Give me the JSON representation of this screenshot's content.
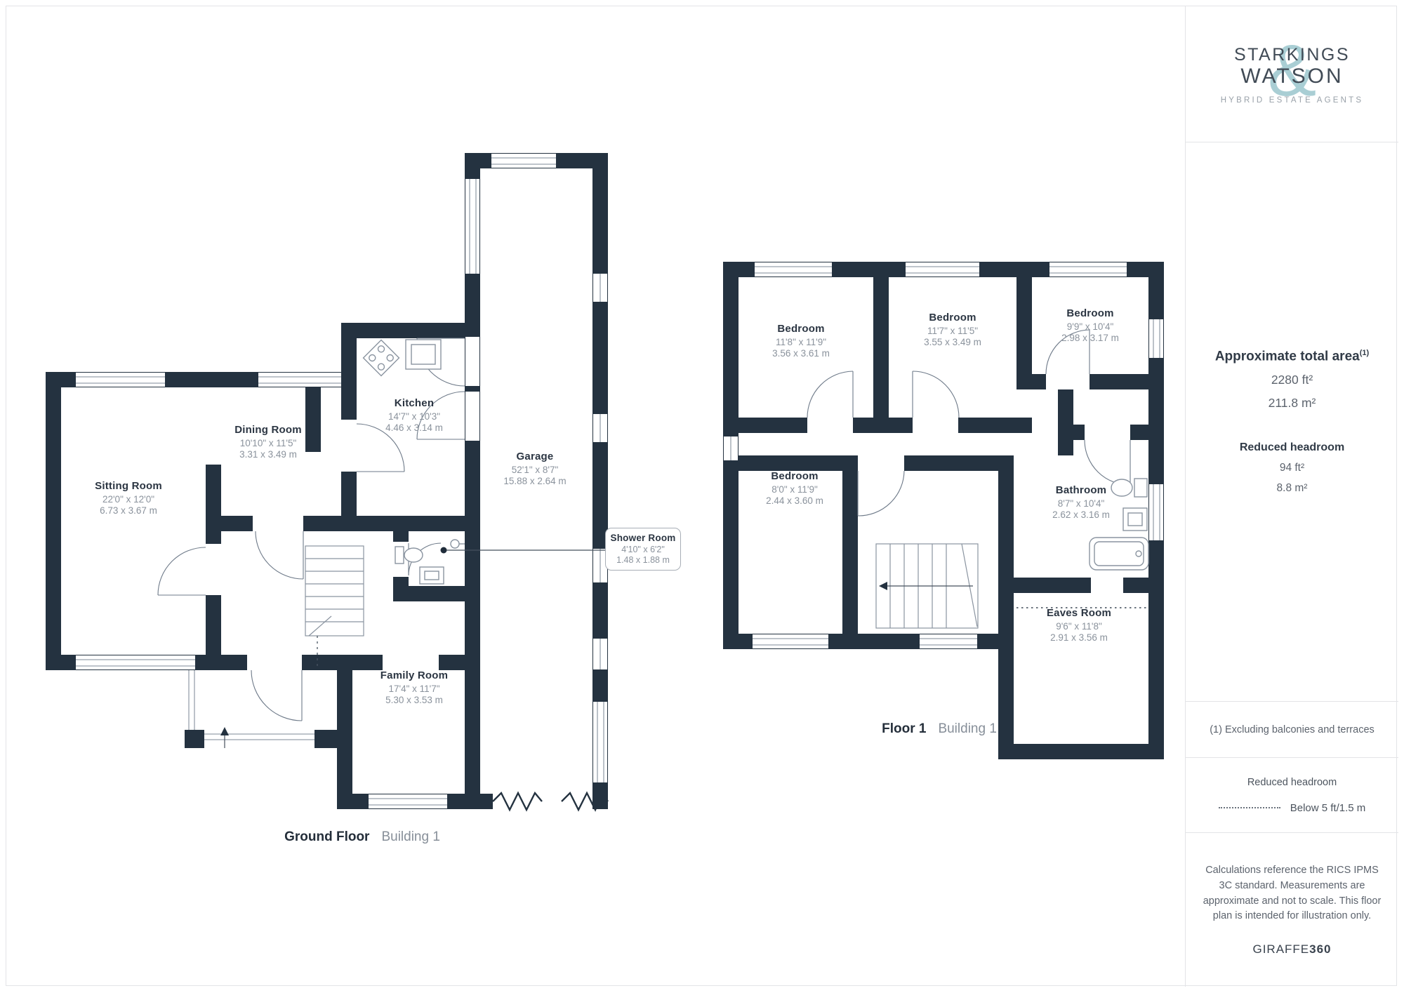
{
  "branding": {
    "logo_top": "STARKINGS",
    "logo_bottom": "WATSON",
    "logo_amp": "&",
    "tagline": "HYBRID ESTATE AGENTS",
    "watermark_light": "GIRAFFE",
    "watermark_bold": "360"
  },
  "sidebar": {
    "total_area": {
      "title": "Approximate total area",
      "sup": "(1)",
      "imperial": "2280 ft²",
      "metric": "211.8 m²"
    },
    "reduced_headroom": {
      "title": "Reduced headroom",
      "imperial": "94 ft²",
      "metric": "8.8 m²"
    },
    "footnote": "(1) Excluding balconies and terraces",
    "legend": {
      "title": "Reduced headroom",
      "label": "Below 5 ft/1.5 m"
    },
    "disclaimer": "Calculations reference the RICS IPMS 3C standard. Measurements are approximate and not to scale. This floor plan is intended for illustration only."
  },
  "floors": [
    {
      "caption_bold": "Ground Floor",
      "caption_light": "Building 1",
      "rooms": [
        {
          "name": "Sitting Room",
          "imperial": "22'0\" x 12'0\"",
          "metric": "6.73 x 3.67 m"
        },
        {
          "name": "Dining Room",
          "imperial": "10'10\" x 11'5\"",
          "metric": "3.31 x 3.49 m"
        },
        {
          "name": "Kitchen",
          "imperial": "14'7\" x 10'3\"",
          "metric": "4.46 x 3.14 m"
        },
        {
          "name": "Garage",
          "imperial": "52'1\" x 8'7\"",
          "metric": "15.88 x 2.64 m"
        },
        {
          "name": "Family Room",
          "imperial": "17'4\" x 11'7\"",
          "metric": "5.30 x 3.53 m"
        },
        {
          "name": "Shower Room",
          "imperial": "4'10\" x 6'2\"",
          "metric": "1.48 x 1.88 m"
        }
      ]
    },
    {
      "caption_bold": "Floor 1",
      "caption_light": "Building 1",
      "rooms": [
        {
          "name": "Bedroom",
          "imperial": "11'8\" x 11'9\"",
          "metric": "3.56 x 3.61 m"
        },
        {
          "name": "Bedroom",
          "imperial": "11'7\" x 11'5\"",
          "metric": "3.55 x 3.49 m"
        },
        {
          "name": "Bedroom",
          "imperial": "9'9\" x 10'4\"",
          "metric": "2.98 x 3.17 m"
        },
        {
          "name": "Bedroom",
          "imperial": "8'0\" x 11'9\"",
          "metric": "2.44 x 3.60 m"
        },
        {
          "name": "Bathroom",
          "imperial": "8'7\" x 10'4\"",
          "metric": "2.62 x 3.16 m"
        },
        {
          "name": "Eaves Room",
          "imperial": "9'6\" x 11'8\"",
          "metric": "2.91 x 3.56 m"
        }
      ]
    }
  ],
  "colors": {
    "wall": "#243240",
    "accent_teal": "#a9ced4"
  }
}
